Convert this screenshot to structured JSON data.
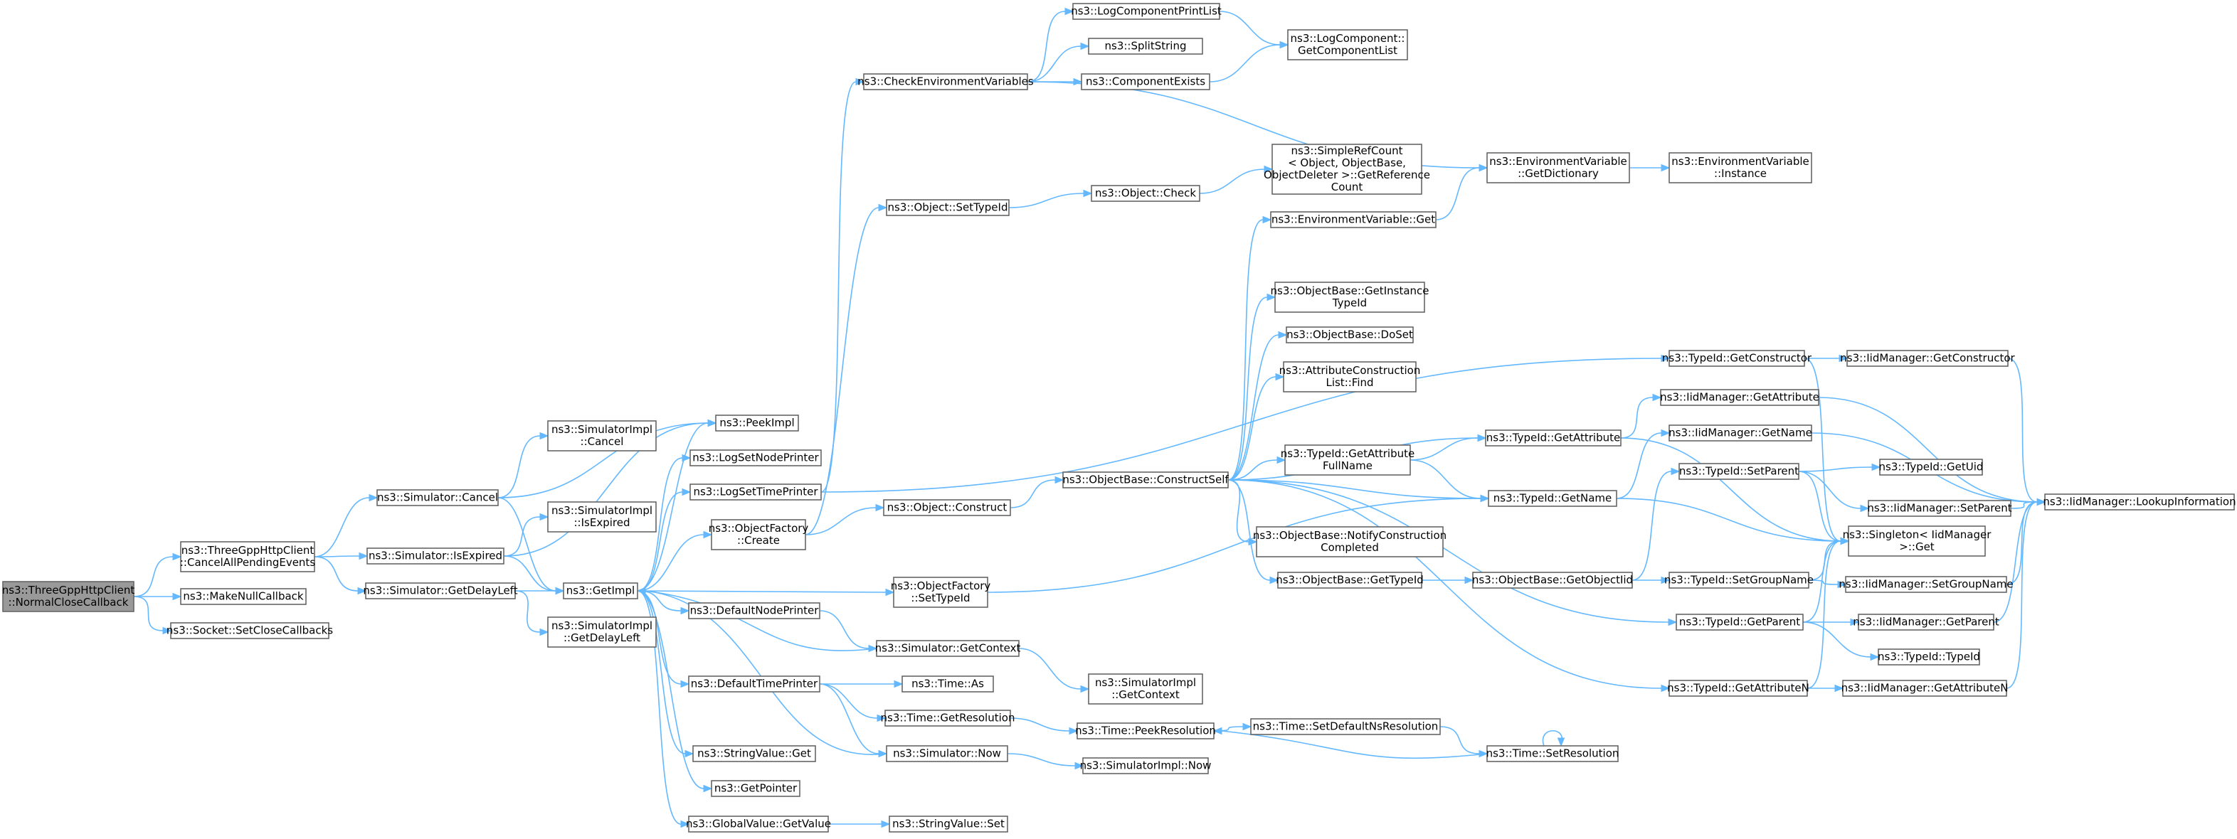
{
  "title": "",
  "colors": {
    "edge": "#63b8ff",
    "node_border": "#666666",
    "root_fill": "#999999",
    "node_fill": "#ffffff"
  },
  "nodes": [
    {
      "id": "root",
      "lines": [
        "ns3::ThreeGppHttpClient",
        "::NormalCloseCallback"
      ],
      "root": true
    },
    {
      "id": "cancelAll",
      "lines": [
        "ns3::ThreeGppHttpClient",
        "::CancelAllPendingEvents"
      ]
    },
    {
      "id": "makeNull",
      "lines": [
        "ns3::MakeNullCallback"
      ]
    },
    {
      "id": "setClose",
      "lines": [
        "ns3::Socket::SetCloseCallbacks"
      ]
    },
    {
      "id": "simCancel",
      "lines": [
        "ns3::Simulator::Cancel"
      ]
    },
    {
      "id": "simIsExpired",
      "lines": [
        "ns3::Simulator::IsExpired"
      ]
    },
    {
      "id": "simGetDelayLeft",
      "lines": [
        "ns3::Simulator::GetDelayLeft"
      ]
    },
    {
      "id": "implCancel",
      "lines": [
        "ns3::SimulatorImpl",
        "::Cancel"
      ]
    },
    {
      "id": "implIsExpired",
      "lines": [
        "ns3::SimulatorImpl",
        "::IsExpired"
      ]
    },
    {
      "id": "implGetDelayLeft",
      "lines": [
        "ns3::SimulatorImpl",
        "::GetDelayLeft"
      ]
    },
    {
      "id": "peekImpl",
      "lines": [
        "ns3::PeekImpl"
      ]
    },
    {
      "id": "getImpl",
      "lines": [
        "ns3::GetImpl"
      ]
    },
    {
      "id": "logSetNode",
      "lines": [
        "ns3::LogSetNodePrinter"
      ]
    },
    {
      "id": "logSetTime",
      "lines": [
        "ns3::LogSetTimePrinter"
      ]
    },
    {
      "id": "objFactoryCreate",
      "lines": [
        "ns3::ObjectFactory",
        "::Create"
      ]
    },
    {
      "id": "objFactorySetTypeId",
      "lines": [
        "ns3::ObjectFactory",
        "::SetTypeId"
      ]
    },
    {
      "id": "defNodePrinter",
      "lines": [
        "ns3::DefaultNodePrinter"
      ]
    },
    {
      "id": "defTimePrinter",
      "lines": [
        "ns3::DefaultTimePrinter"
      ]
    },
    {
      "id": "stringValueGet",
      "lines": [
        "ns3::StringValue::Get"
      ]
    },
    {
      "id": "getPointer",
      "lines": [
        "ns3::GetPointer"
      ]
    },
    {
      "id": "globalValueGet",
      "lines": [
        "ns3::GlobalValue::GetValue"
      ]
    },
    {
      "id": "checkEnv",
      "lines": [
        "ns3::CheckEnvironmentVariables"
      ]
    },
    {
      "id": "objSetTypeId",
      "lines": [
        "ns3::Object::SetTypeId"
      ]
    },
    {
      "id": "objConstruct",
      "lines": [
        "ns3::Object::Construct"
      ]
    },
    {
      "id": "simGetContext",
      "lines": [
        "ns3::Simulator::GetContext"
      ]
    },
    {
      "id": "timeAs",
      "lines": [
        "ns3::Time::As"
      ]
    },
    {
      "id": "timeGetRes",
      "lines": [
        "ns3::Time::GetResolution"
      ]
    },
    {
      "id": "simNow",
      "lines": [
        "ns3::Simulator::Now"
      ]
    },
    {
      "id": "stringValueSet",
      "lines": [
        "ns3::StringValue::Set"
      ]
    },
    {
      "id": "logCompPrintList",
      "lines": [
        "ns3::LogComponentPrintList"
      ]
    },
    {
      "id": "splitString",
      "lines": [
        "ns3::SplitString"
      ]
    },
    {
      "id": "componentExists",
      "lines": [
        "ns3::ComponentExists"
      ]
    },
    {
      "id": "objectCheck",
      "lines": [
        "ns3::Object::Check"
      ]
    },
    {
      "id": "obConstructSelf",
      "lines": [
        "ns3::ObjectBase::ConstructSelf"
      ]
    },
    {
      "id": "implGetContext",
      "lines": [
        "ns3::SimulatorImpl",
        "::GetContext"
      ]
    },
    {
      "id": "timePeekRes",
      "lines": [
        "ns3::Time::PeekResolution"
      ]
    },
    {
      "id": "implNow",
      "lines": [
        "ns3::SimulatorImpl::Now"
      ]
    },
    {
      "id": "logCompGetList",
      "lines": [
        "ns3::LogComponent::",
        "GetComponentList"
      ]
    },
    {
      "id": "simpleRefCount",
      "lines": [
        "ns3::SimpleRefCount",
        "< Object, ObjectBase,",
        "ObjectDeleter >::GetReference",
        "Count"
      ]
    },
    {
      "id": "envVarGet",
      "lines": [
        "ns3::EnvironmentVariable::Get"
      ]
    },
    {
      "id": "obGetInstTypeId",
      "lines": [
        "ns3::ObjectBase::GetInstance",
        "TypeId"
      ]
    },
    {
      "id": "obDoSet",
      "lines": [
        "ns3::ObjectBase::DoSet"
      ]
    },
    {
      "id": "attrConstrFind",
      "lines": [
        "ns3::AttributeConstruction",
        "List::Find"
      ]
    },
    {
      "id": "tidGetAttrFullName",
      "lines": [
        "ns3::TypeId::GetAttribute",
        "FullName"
      ]
    },
    {
      "id": "obNotifyConstr",
      "lines": [
        "ns3::ObjectBase::NotifyConstruction",
        "Completed"
      ]
    },
    {
      "id": "obGetTypeId",
      "lines": [
        "ns3::ObjectBase::GetTypeId"
      ]
    },
    {
      "id": "timeSetDefNs",
      "lines": [
        "ns3::Time::SetDefaultNsResolution"
      ]
    },
    {
      "id": "envVarGetDict",
      "lines": [
        "ns3::EnvironmentVariable",
        "::GetDictionary"
      ]
    },
    {
      "id": "tidGetAttribute",
      "lines": [
        "ns3::TypeId::GetAttribute"
      ]
    },
    {
      "id": "tidGetName",
      "lines": [
        "ns3::TypeId::GetName"
      ]
    },
    {
      "id": "obGetObjectIid",
      "lines": [
        "ns3::ObjectBase::GetObjectIid"
      ]
    },
    {
      "id": "timeSetRes",
      "lines": [
        "ns3::Time::SetResolution"
      ]
    },
    {
      "id": "envVarInstance",
      "lines": [
        "ns3::EnvironmentVariable",
        "::Instance"
      ]
    },
    {
      "id": "tidGetConstructor",
      "lines": [
        "ns3::TypeId::GetConstructor"
      ]
    },
    {
      "id": "tidSetParent",
      "lines": [
        "ns3::TypeId::SetParent"
      ]
    },
    {
      "id": "tidSetGroupName",
      "lines": [
        "ns3::TypeId::SetGroupName"
      ]
    },
    {
      "id": "tidGetParent",
      "lines": [
        "ns3::TypeId::GetParent"
      ]
    },
    {
      "id": "tidGetAttributeN",
      "lines": [
        "ns3::TypeId::GetAttributeN"
      ]
    },
    {
      "id": "iidGetConstructor",
      "lines": [
        "ns3::IidManager::GetConstructor"
      ]
    },
    {
      "id": "iidGetAttribute",
      "lines": [
        "ns3::IidManager::GetAttribute"
      ]
    },
    {
      "id": "iidGetName",
      "lines": [
        "ns3::IidManager::GetName"
      ]
    },
    {
      "id": "tidGetUid",
      "lines": [
        "ns3::TypeId::GetUid"
      ]
    },
    {
      "id": "iidSetParent",
      "lines": [
        "ns3::IidManager::SetParent"
      ]
    },
    {
      "id": "singletonGet",
      "lines": [
        "ns3::Singleton< IidManager",
        " >::Get"
      ]
    },
    {
      "id": "iidSetGroupName",
      "lines": [
        "ns3::IidManager::SetGroupName"
      ]
    },
    {
      "id": "iidGetParent",
      "lines": [
        "ns3::IidManager::GetParent"
      ]
    },
    {
      "id": "tidTypeId",
      "lines": [
        "ns3::TypeId::TypeId"
      ]
    },
    {
      "id": "iidGetAttributeN",
      "lines": [
        "ns3::IidManager::GetAttributeN"
      ]
    },
    {
      "id": "iidLookup",
      "lines": [
        "ns3::IidManager::LookupInformation"
      ]
    }
  ],
  "edges": [
    [
      "root",
      "cancelAll"
    ],
    [
      "root",
      "makeNull"
    ],
    [
      "root",
      "setClose"
    ],
    [
      "cancelAll",
      "simCancel"
    ],
    [
      "cancelAll",
      "simIsExpired"
    ],
    [
      "cancelAll",
      "simGetDelayLeft"
    ],
    [
      "simCancel",
      "implCancel"
    ],
    [
      "simCancel",
      "peekImpl"
    ],
    [
      "simCancel",
      "getImpl"
    ],
    [
      "simIsExpired",
      "implIsExpired"
    ],
    [
      "simIsExpired",
      "peekImpl"
    ],
    [
      "simIsExpired",
      "getImpl"
    ],
    [
      "simGetDelayLeft",
      "implGetDelayLeft"
    ],
    [
      "simGetDelayLeft",
      "getImpl"
    ],
    [
      "getImpl",
      "peekImpl"
    ],
    [
      "getImpl",
      "logSetNode"
    ],
    [
      "getImpl",
      "logSetTime"
    ],
    [
      "getImpl",
      "objFactoryCreate"
    ],
    [
      "getImpl",
      "objFactorySetTypeId"
    ],
    [
      "getImpl",
      "defNodePrinter"
    ],
    [
      "getImpl",
      "defTimePrinter"
    ],
    [
      "getImpl",
      "stringValueGet"
    ],
    [
      "getImpl",
      "getPointer"
    ],
    [
      "getImpl",
      "globalValueGet"
    ],
    [
      "logSetTime",
      "checkEnv"
    ],
    [
      "logSetTime",
      "tidGetConstructor"
    ],
    [
      "objFactoryCreate",
      "objSetTypeId"
    ],
    [
      "objFactoryCreate",
      "objConstruct"
    ],
    [
      "objFactorySetTypeId",
      "tidGetName"
    ],
    [
      "defNodePrinter",
      "simGetContext"
    ],
    [
      "defTimePrinter",
      "timeAs"
    ],
    [
      "defTimePrinter",
      "timeGetRes"
    ],
    [
      "defTimePrinter",
      "simNow"
    ],
    [
      "globalValueGet",
      "stringValueSet"
    ],
    [
      "simGetContext",
      "getImpl"
    ],
    [
      "simGetContext",
      "implGetContext"
    ],
    [
      "simNow",
      "getImpl"
    ],
    [
      "simNow",
      "implNow"
    ],
    [
      "timeGetRes",
      "timePeekRes"
    ],
    [
      "checkEnv",
      "logCompPrintList"
    ],
    [
      "checkEnv",
      "splitString"
    ],
    [
      "checkEnv",
      "componentExists"
    ],
    [
      "checkEnv",
      "envVarGetDict"
    ],
    [
      "logCompPrintList",
      "logCompGetList"
    ],
    [
      "componentExists",
      "logCompGetList"
    ],
    [
      "objSetTypeId",
      "objectCheck"
    ],
    [
      "objectCheck",
      "simpleRefCount"
    ],
    [
      "objConstruct",
      "obConstructSelf"
    ],
    [
      "obConstructSelf",
      "envVarGet"
    ],
    [
      "obConstructSelf",
      "obGetInstTypeId"
    ],
    [
      "obConstructSelf",
      "obDoSet"
    ],
    [
      "obConstructSelf",
      "attrConstrFind"
    ],
    [
      "obConstructSelf",
      "tidGetAttrFullName"
    ],
    [
      "obConstructSelf",
      "tidGetAttribute"
    ],
    [
      "obConstructSelf",
      "tidGetName"
    ],
    [
      "obConstructSelf",
      "obNotifyConstr"
    ],
    [
      "obConstructSelf",
      "obGetTypeId"
    ],
    [
      "obConstructSelf",
      "tidGetParent"
    ],
    [
      "obConstructSelf",
      "tidGetAttributeN"
    ],
    [
      "envVarGet",
      "envVarGetDict"
    ],
    [
      "envVarGetDict",
      "envVarInstance"
    ],
    [
      "tidGetAttrFullName",
      "tidGetAttribute"
    ],
    [
      "tidGetAttrFullName",
      "tidGetName"
    ],
    [
      "obGetTypeId",
      "obGetObjectIid"
    ],
    [
      "obGetObjectIid",
      "tidSetParent"
    ],
    [
      "obGetObjectIid",
      "tidSetGroupName"
    ],
    [
      "timePeekRes",
      "timeSetDefNs"
    ],
    [
      "timeSetDefNs",
      "timeSetRes"
    ],
    [
      "timeSetRes",
      "timePeekRes"
    ],
    [
      "timeSetRes",
      "timeSetRes"
    ],
    [
      "tidGetAttribute",
      "iidGetAttribute"
    ],
    [
      "tidGetAttribute",
      "singletonGet"
    ],
    [
      "tidGetName",
      "iidGetName"
    ],
    [
      "tidGetName",
      "singletonGet"
    ],
    [
      "tidGetConstructor",
      "iidGetConstructor"
    ],
    [
      "tidGetConstructor",
      "singletonGet"
    ],
    [
      "tidSetParent",
      "tidGetUid"
    ],
    [
      "tidSetParent",
      "iidSetParent"
    ],
    [
      "tidSetParent",
      "singletonGet"
    ],
    [
      "tidSetGroupName",
      "iidSetGroupName"
    ],
    [
      "tidSetGroupName",
      "singletonGet"
    ],
    [
      "tidGetParent",
      "iidGetParent"
    ],
    [
      "tidGetParent",
      "tidTypeId"
    ],
    [
      "tidGetParent",
      "singletonGet"
    ],
    [
      "tidGetAttributeN",
      "iidGetAttributeN"
    ],
    [
      "tidGetAttributeN",
      "singletonGet"
    ],
    [
      "iidGetConstructor",
      "iidLookup"
    ],
    [
      "iidGetAttribute",
      "iidLookup"
    ],
    [
      "iidGetName",
      "iidLookup"
    ],
    [
      "iidSetParent",
      "iidLookup"
    ],
    [
      "iidSetGroupName",
      "iidLookup"
    ],
    [
      "iidGetParent",
      "iidLookup"
    ],
    [
      "iidGetAttributeN",
      "iidLookup"
    ]
  ]
}
